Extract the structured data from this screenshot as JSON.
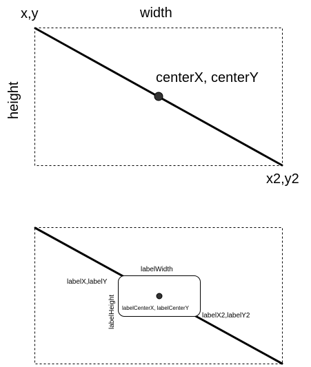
{
  "top_panel": {
    "origin_label": "x,y",
    "width_label": "width",
    "height_label": "height",
    "center_label": "centerX, centerY",
    "end_label": "x2,y2"
  },
  "bottom_panel": {
    "label_width": "labelWidth",
    "label_origin": "labelX,labelY",
    "label_height": "labelHeight",
    "label_center": "labelCenterX, labelCenterY",
    "label_end": "labelX2,labelY2"
  }
}
